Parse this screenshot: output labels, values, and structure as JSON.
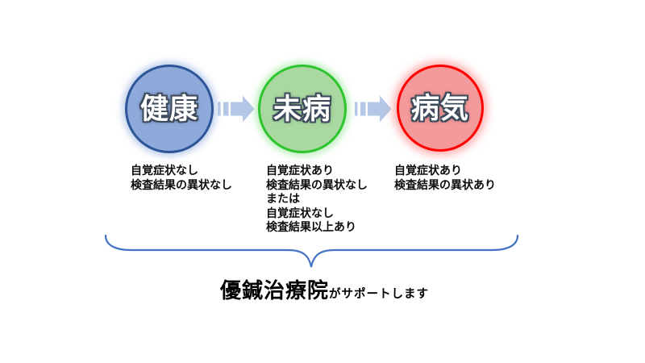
{
  "diagram": {
    "stages": [
      {
        "id": "health",
        "label": "健康",
        "fill_color": "#8EAADB",
        "border_color": "#2E5597",
        "lines": [
          "自覚症状なし",
          "検査結果の異状なし"
        ]
      },
      {
        "id": "mibyou",
        "label": "未病",
        "fill_color": "#A9D9A1",
        "border_color": "#2DC42D",
        "lines": [
          "自覚症状あり",
          "検査結果の異状なし",
          "または",
          "自覚症状なし",
          "検査結果以上あり"
        ]
      },
      {
        "id": "disease",
        "label": "病気",
        "fill_color": "#F59A9B",
        "border_color": "#FF0000",
        "lines": [
          "自覚症状あり",
          "検査結果の異状あり"
        ]
      }
    ],
    "arrow_color": "#B4C7E7",
    "brace_color": "#4472C4",
    "footer": {
      "clinic_name": "優鍼治療院",
      "suffix": "がサポートします"
    }
  }
}
